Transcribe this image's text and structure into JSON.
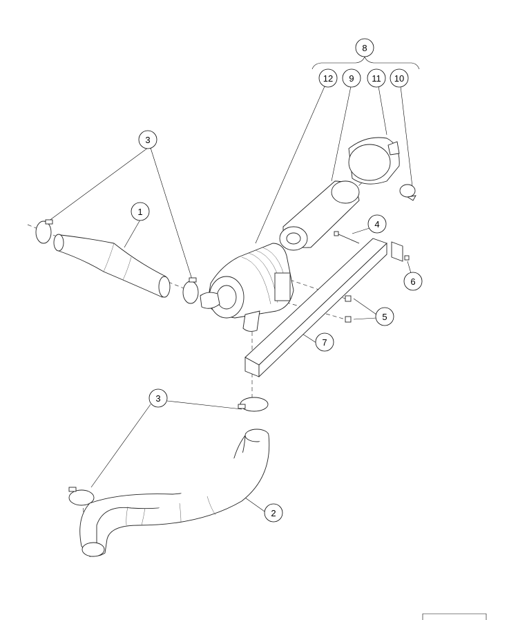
{
  "callouts": [
    {
      "id": "c1",
      "label": "1"
    },
    {
      "id": "c2",
      "label": "2"
    },
    {
      "id": "c3a",
      "label": "3"
    },
    {
      "id": "c3b",
      "label": "3"
    },
    {
      "id": "c4",
      "label": "4"
    },
    {
      "id": "c5",
      "label": "5"
    },
    {
      "id": "c6",
      "label": "6"
    },
    {
      "id": "c7",
      "label": "7"
    },
    {
      "id": "c8",
      "label": "8"
    },
    {
      "id": "c9",
      "label": "9"
    },
    {
      "id": "c10",
      "label": "10"
    },
    {
      "id": "c11",
      "label": "11"
    },
    {
      "id": "c12",
      "label": "12"
    }
  ],
  "colors": {
    "ink": "#000000",
    "background": "#ffffff"
  }
}
